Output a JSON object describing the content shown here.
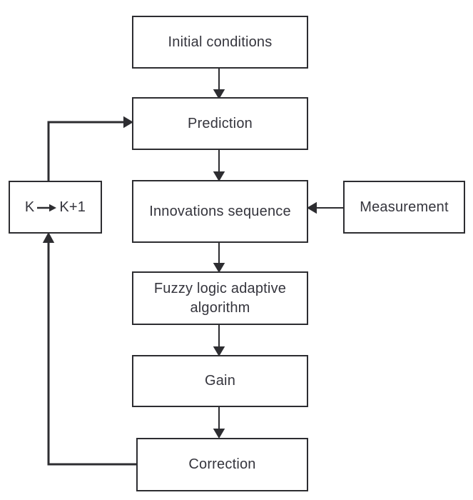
{
  "diagram": {
    "type": "flowchart",
    "nodes": {
      "initial_conditions": {
        "label": "Initial conditions"
      },
      "prediction": {
        "label": "Prediction"
      },
      "innovations_sequence": {
        "label": "Innovations sequence"
      },
      "measurement": {
        "label": "Measurement"
      },
      "iteration": {
        "label_left": "K",
        "label_right": "K+1",
        "separator_icon": "right-arrow"
      },
      "fuzzy_algorithm": {
        "label": "Fuzzy logic adaptive algorithm"
      },
      "gain": {
        "label": "Gain"
      },
      "correction": {
        "label": "Correction"
      }
    },
    "edges": [
      {
        "from": "initial_conditions",
        "to": "prediction"
      },
      {
        "from": "prediction",
        "to": "innovations_sequence"
      },
      {
        "from": "measurement",
        "to": "innovations_sequence"
      },
      {
        "from": "innovations_sequence",
        "to": "fuzzy_algorithm"
      },
      {
        "from": "fuzzy_algorithm",
        "to": "gain"
      },
      {
        "from": "gain",
        "to": "correction"
      },
      {
        "from": "correction",
        "to": "iteration"
      },
      {
        "from": "iteration",
        "to": "prediction"
      }
    ],
    "colors": {
      "line": "#2d2d31",
      "text": "#35353d",
      "background": "#ffffff"
    }
  }
}
